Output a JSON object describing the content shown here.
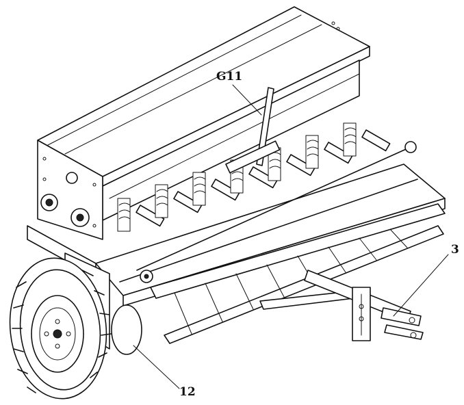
{
  "callouts": [
    {
      "id": "g11",
      "label": "G11"
    },
    {
      "id": "3",
      "label": "3"
    },
    {
      "id": "12",
      "label": "12"
    }
  ]
}
